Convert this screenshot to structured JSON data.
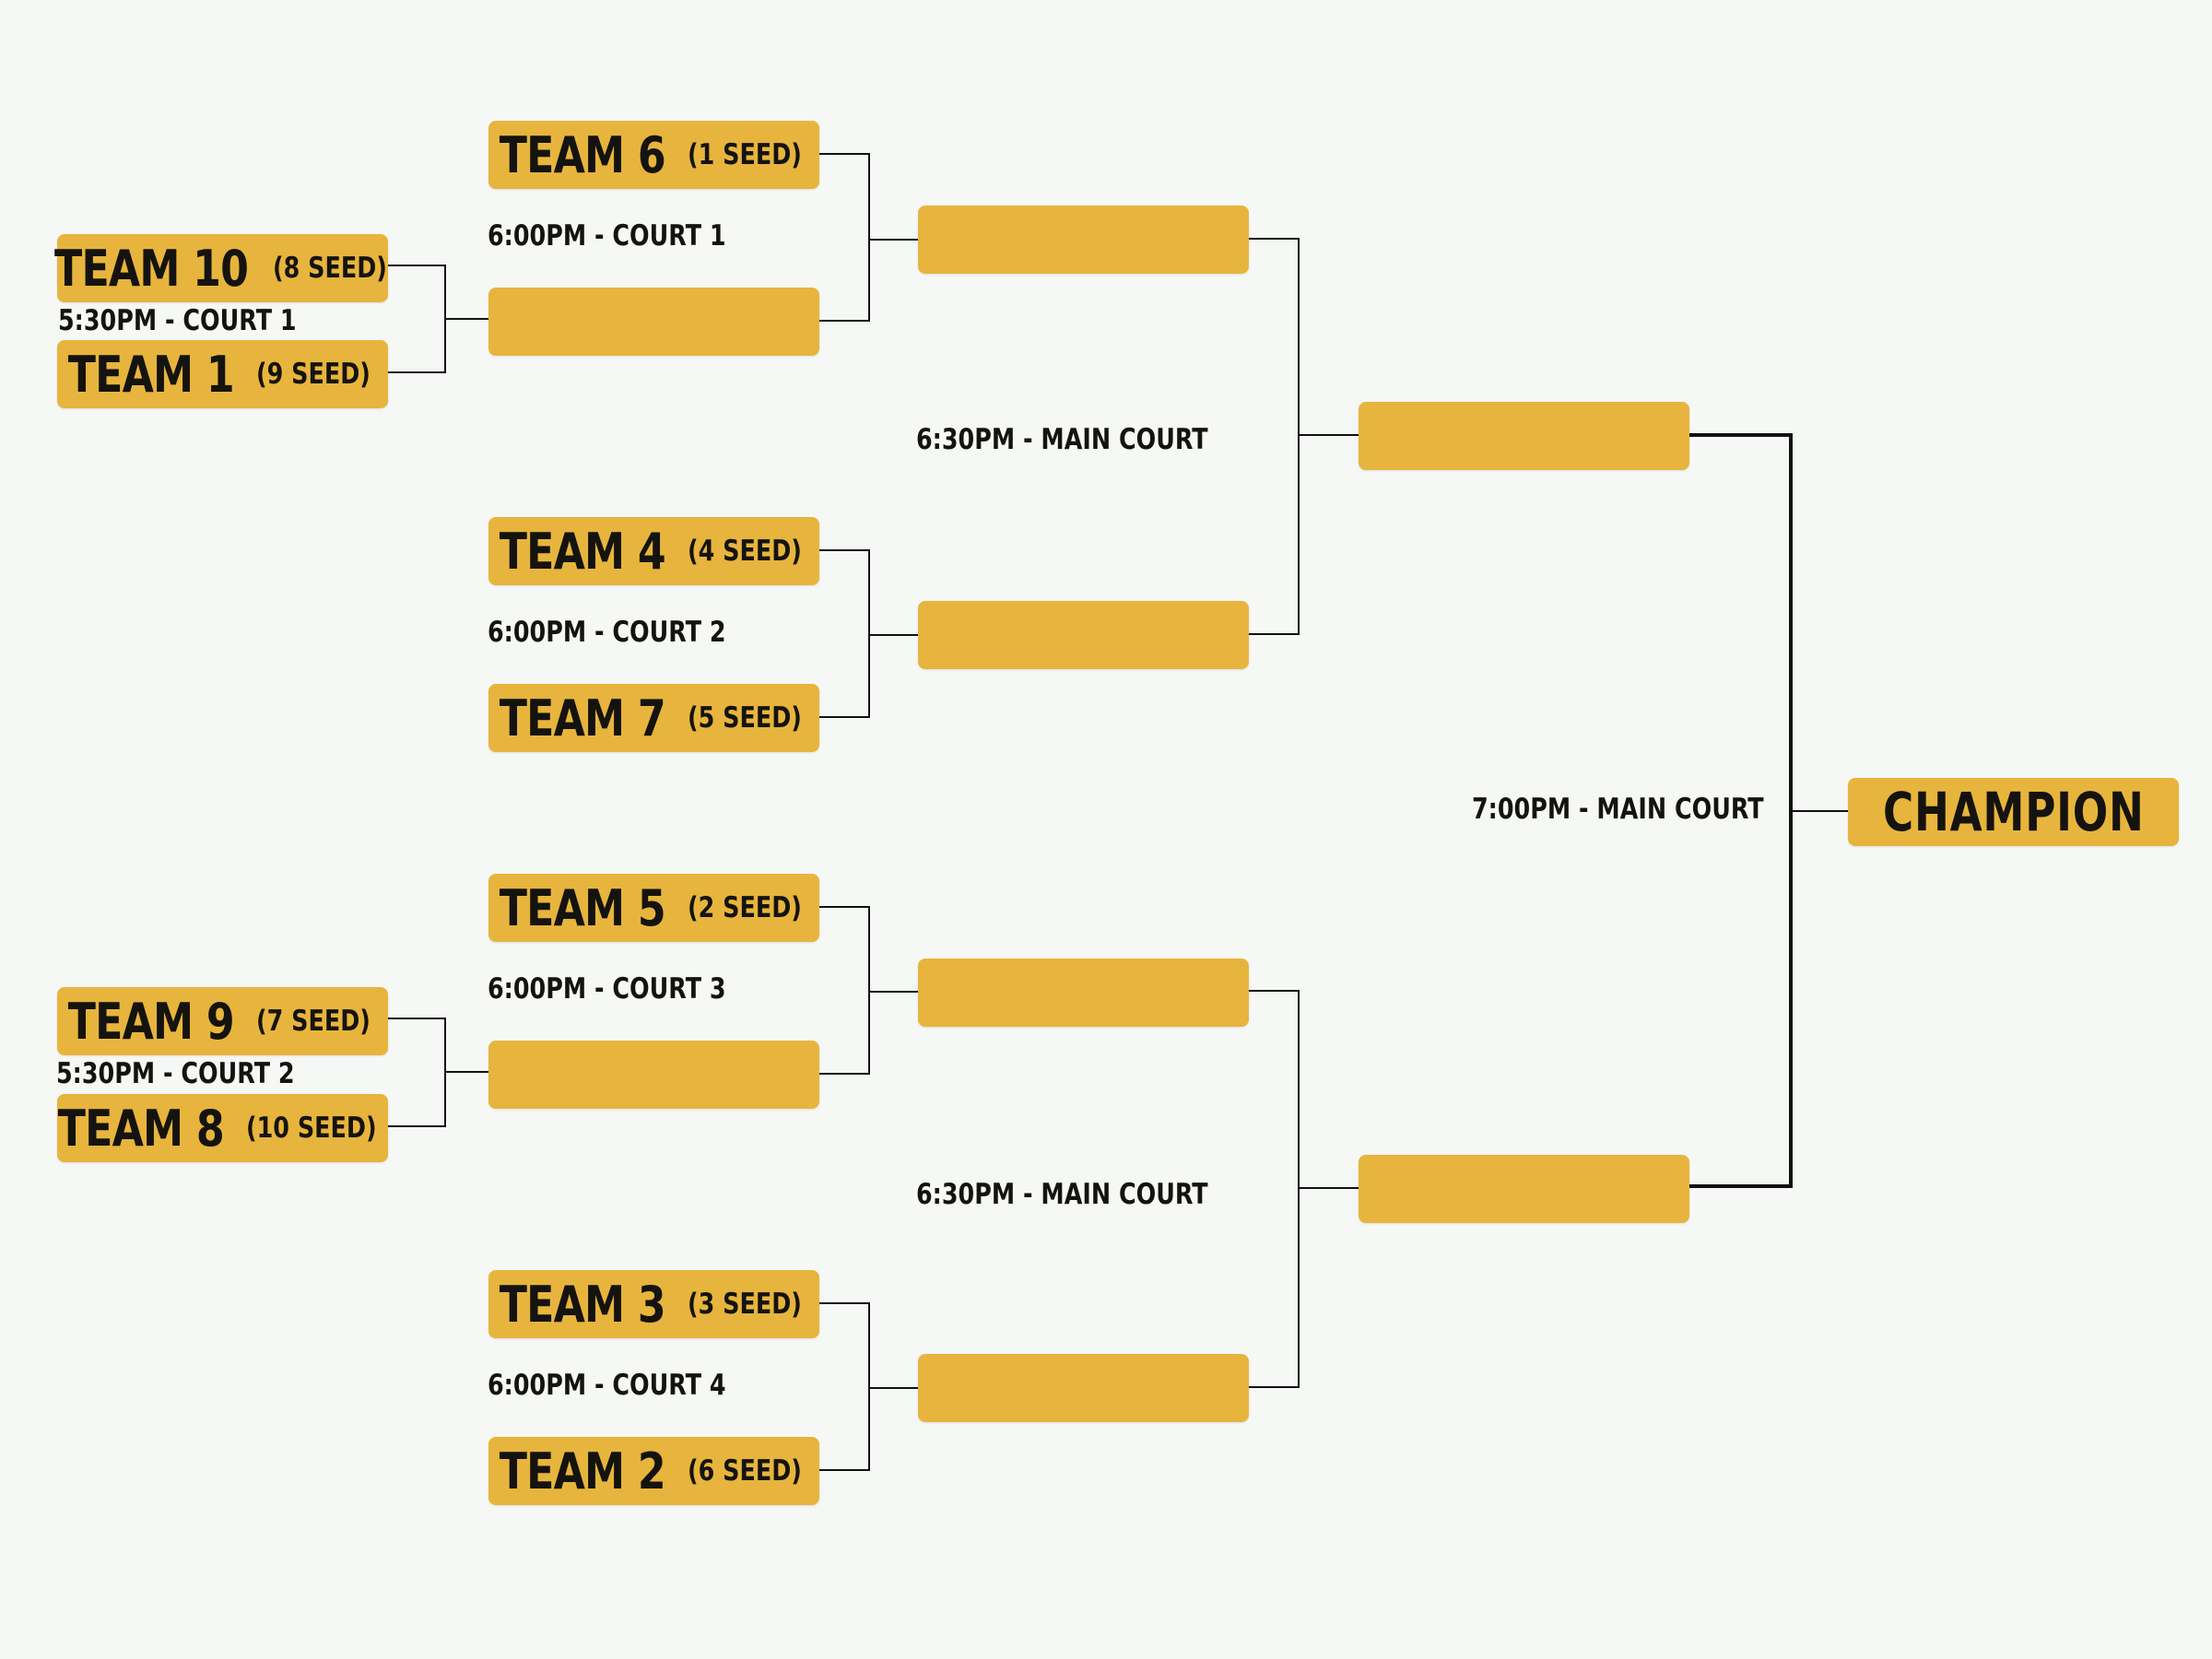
{
  "round1": [
    {
      "team": "TEAM 10",
      "seed": "(8 SEED)"
    },
    {
      "team": "TEAM 1",
      "seed": "(9 SEED)"
    },
    {
      "team": "TEAM 9",
      "seed": "(7 SEED)"
    },
    {
      "team": "TEAM 8",
      "seed": "(10 SEED)"
    }
  ],
  "round2": [
    {
      "team": "TEAM 6",
      "seed": "(1 SEED)"
    },
    {
      "team": "TEAM 4",
      "seed": "(4 SEED)"
    },
    {
      "team": "TEAM 7",
      "seed": "(5 SEED)"
    },
    {
      "team": "TEAM 5",
      "seed": "(2 SEED)"
    },
    {
      "team": "TEAM 3",
      "seed": "(3 SEED)"
    },
    {
      "team": "TEAM 2",
      "seed": "(6 SEED)"
    }
  ],
  "times": {
    "r1_game1": "5:30PM - COURT 1",
    "r1_game2": "5:30PM - COURT 2",
    "r2_game1": "6:00PM - COURT 1",
    "r2_game2": "6:00PM - COURT 2",
    "r2_game3": "6:00PM - COURT 3",
    "r2_game4": "6:00PM - COURT 4",
    "semi_game1": "6:30PM - MAIN COURT",
    "semi_game2": "6:30PM - MAIN COURT",
    "final": "7:00PM - MAIN COURT"
  },
  "champion_label": "CHAMPION",
  "colors": {
    "slot": "#e7b53d",
    "background": "#f6f8f6",
    "text": "#15130f",
    "line": "#111111"
  }
}
